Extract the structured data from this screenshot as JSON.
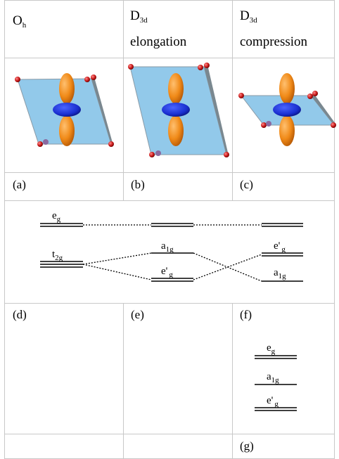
{
  "headers": [
    {
      "symbol": "O",
      "sub": "h",
      "line2": ""
    },
    {
      "symbol": "D",
      "sub": "3d",
      "line2": "elongation"
    },
    {
      "symbol": "D",
      "sub": "3d",
      "line2": "compression"
    }
  ],
  "panel_labels": {
    "a": "(a)",
    "b": "(b)",
    "c": "(c)",
    "d": "(d)",
    "e": "(e)",
    "f": "(f)",
    "g": "(g)"
  },
  "levels": {
    "eg_base": "e",
    "eg_sub": "g",
    "t2g_base": "t",
    "t2g_sub": "2g",
    "a1g_base": "a",
    "a1g_sub": "1g",
    "eprime_base": "e",
    "eprime_mark": "'",
    "eprime_sub": "g"
  },
  "colors": {
    "octahedron_face": "#7fbfe6",
    "octahedron_edge": "#8a9aa6",
    "orbital_lobe": "#f08a18",
    "orbital_ring": "#1a2fd0",
    "atom": "#c81818",
    "grid_line": "#c8c8c8",
    "level_line": "#000000"
  }
}
